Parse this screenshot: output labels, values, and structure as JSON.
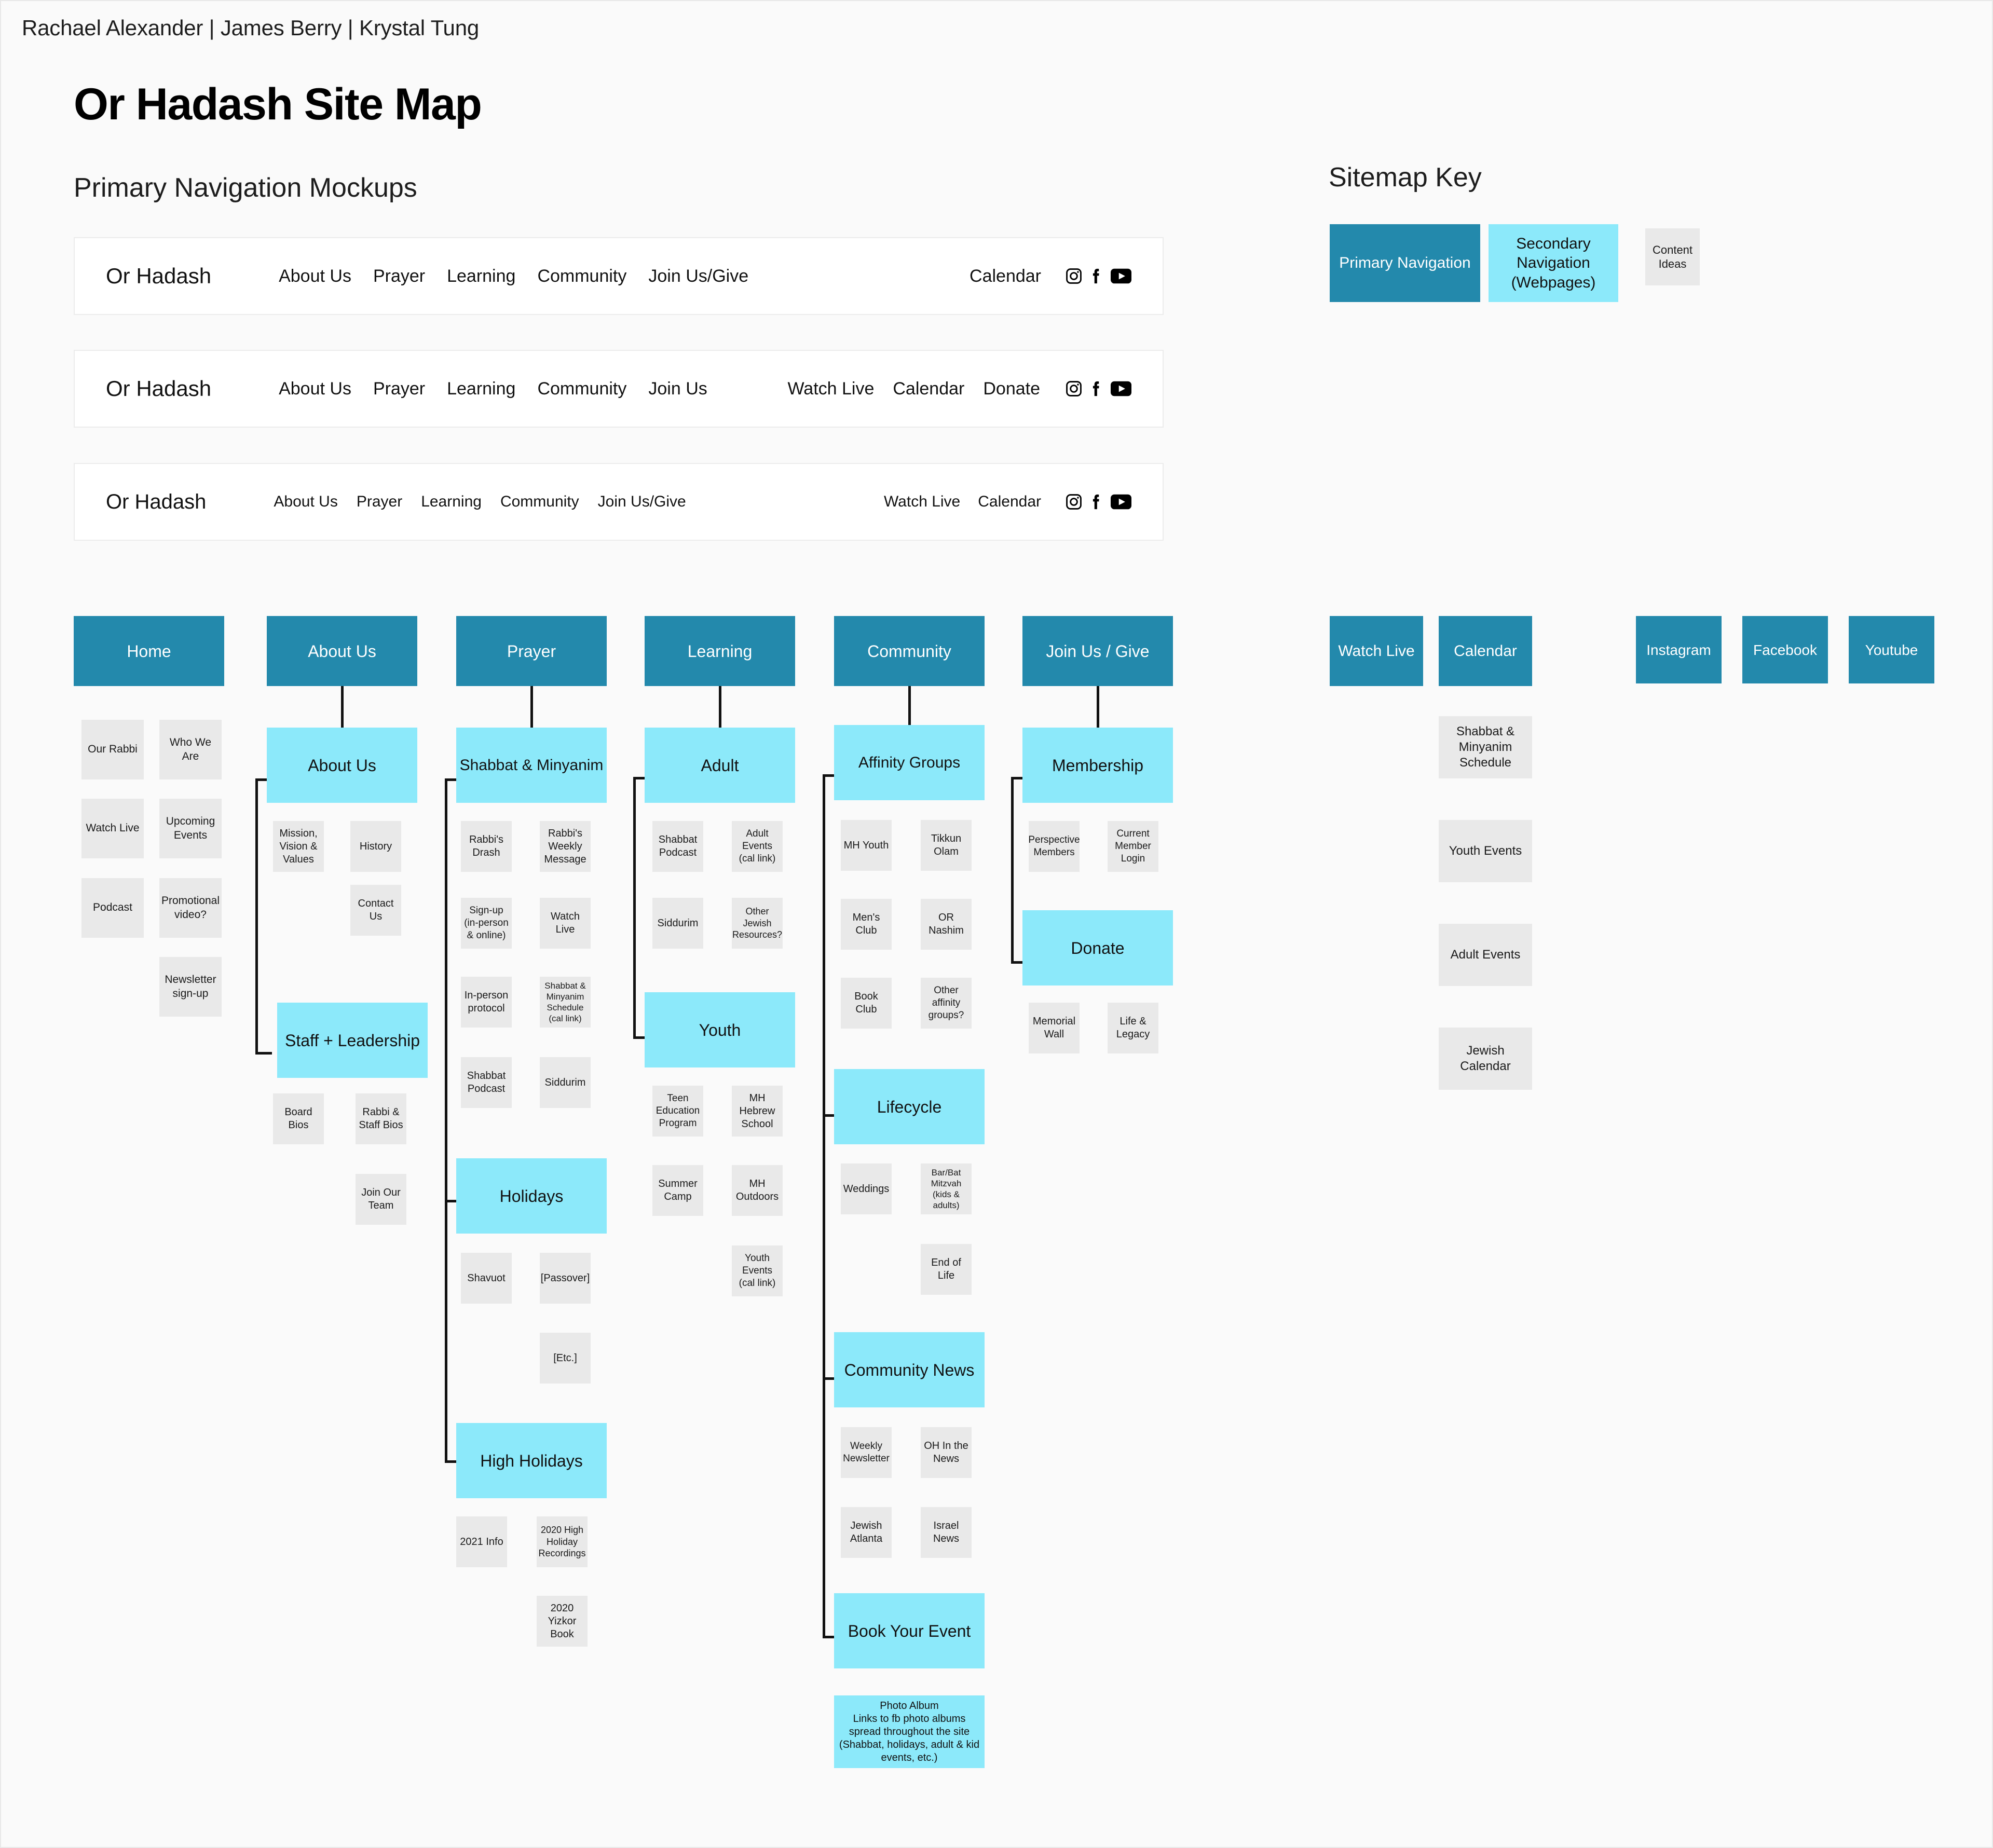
{
  "header": {
    "byline": "Rachael Alexander | James Berry | Krystal Tung",
    "title": "Or Hadash Site Map",
    "nav_section_title": "Primary Navigation Mockups",
    "key_title": "Sitemap Key"
  },
  "colors": {
    "primary_navigation": "#2389ac",
    "secondary_navigation": "#8ce9fa",
    "content_ideas": "#e9e9e9",
    "page_background": "#fafafa"
  },
  "key": {
    "items": [
      {
        "label": "Primary Navigation",
        "type": "primary"
      },
      {
        "label": "Secondary Navigation (Webpages)",
        "type": "secondary"
      },
      {
        "label": "Content Ideas",
        "type": "content"
      }
    ]
  },
  "nav_mockups": [
    {
      "brand": "Or Hadash",
      "links": [
        "About Us",
        "Prayer",
        "Learning",
        "Community",
        "Join Us/Give"
      ],
      "right_links": [
        "Calendar"
      ],
      "icons": [
        "instagram-icon",
        "facebook-icon",
        "youtube-icon"
      ]
    },
    {
      "brand": "Or Hadash",
      "links": [
        "About Us",
        "Prayer",
        "Learning",
        "Community",
        "Join Us"
      ],
      "right_links": [
        "Watch Live",
        "Calendar",
        "Donate"
      ],
      "icons": [
        "instagram-icon",
        "facebook-icon",
        "youtube-icon"
      ]
    },
    {
      "brand": "Or Hadash",
      "links": [
        "About Us",
        "Prayer",
        "Learning",
        "Community",
        "Join Us/Give"
      ],
      "right_links": [
        "Watch Live",
        "Calendar"
      ],
      "icons": [
        "instagram-icon",
        "facebook-icon",
        "youtube-icon"
      ]
    }
  ],
  "sitemap": {
    "home": {
      "title": "Home",
      "children_left": [
        "Our Rabbi",
        "Watch Live",
        "Podcast"
      ],
      "children_right": [
        "Who We Are",
        "Upcoming Events",
        "Promotional video?",
        "Newsletter sign-up"
      ]
    },
    "about_us": {
      "title": "About Us",
      "sections": [
        {
          "label": "About Us",
          "left": [
            "Mission, Vision & Values"
          ],
          "right": [
            "History",
            "Contact Us"
          ]
        },
        {
          "label": "Staff + Leadership",
          "left": [
            "Board Bios"
          ],
          "right": [
            "Rabbi & Staff Bios",
            "Join Our Team"
          ]
        }
      ]
    },
    "prayer": {
      "title": "Prayer",
      "sections": [
        {
          "label": "Shabbat & Minyanim",
          "left": [
            "Rabbi's Drash",
            "Sign-up (in-person & online)",
            "In-person protocol",
            "Shabbat Podcast"
          ],
          "right": [
            "Rabbi's Weekly Message",
            "Watch Live",
            "Shabbat & Minyanim Schedule (cal link)",
            "Siddurim"
          ]
        },
        {
          "label": "Holidays",
          "left": [
            "Shavuot"
          ],
          "right": [
            "[Passover]",
            "[Etc.]"
          ]
        },
        {
          "label": "High Holidays",
          "left": [
            "2021 Info"
          ],
          "right": [
            "2020 High Holiday Recordings",
            "2020 Yizkor Book"
          ]
        }
      ]
    },
    "learning": {
      "title": "Learning",
      "sections": [
        {
          "label": "Adult",
          "left": [
            "Shabbat Podcast",
            "Siddurim"
          ],
          "right": [
            "Adult Events (cal link)",
            "Other Jewish Resources?"
          ]
        },
        {
          "label": "Youth",
          "left": [
            "Teen Education Program",
            "Summer Camp"
          ],
          "right": [
            "MH Hebrew School",
            "MH Outdoors",
            "Youth Events (cal link)"
          ]
        }
      ]
    },
    "community": {
      "title": "Community",
      "sections": [
        {
          "label": "Affinity Groups",
          "left": [
            "MH Youth",
            "Men's Club",
            "Book Club"
          ],
          "right": [
            "Tikkun Olam",
            "OR Nashim",
            "Other affinity groups?"
          ]
        },
        {
          "label": "Lifecycle",
          "left": [
            "Weddings"
          ],
          "right": [
            "Bar/Bat Mitzvah (kids & adults)",
            "End of Life"
          ]
        },
        {
          "label": "Community News",
          "left": [
            "Weekly Newsletter",
            "Jewish Atlanta"
          ],
          "right": [
            "OH In the News",
            "Israel News"
          ]
        },
        {
          "label": "Book Your Event",
          "left": [],
          "right": []
        }
      ],
      "photo_album_note": "Photo Album\nLinks to fb photo albums spread throughout the site (Shabbat, holidays, adult & kid events, etc.)"
    },
    "join_us_give": {
      "title": "Join Us / Give",
      "sections": [
        {
          "label": "Membership",
          "left": [
            "Perspective Members"
          ],
          "right": [
            "Current Member Login"
          ]
        },
        {
          "label": "Donate",
          "left": [
            "Memorial Wall"
          ],
          "right": [
            "Life & Legacy"
          ]
        }
      ]
    },
    "watch_live": {
      "title": "Watch Live"
    },
    "calendar": {
      "title": "Calendar",
      "children": [
        "Shabbat & Minyanim Schedule",
        "Youth Events",
        "Adult Events",
        "Jewish Calendar"
      ]
    },
    "social": [
      {
        "title": "Instagram"
      },
      {
        "title": "Facebook"
      },
      {
        "title": "Youtube"
      }
    ]
  }
}
